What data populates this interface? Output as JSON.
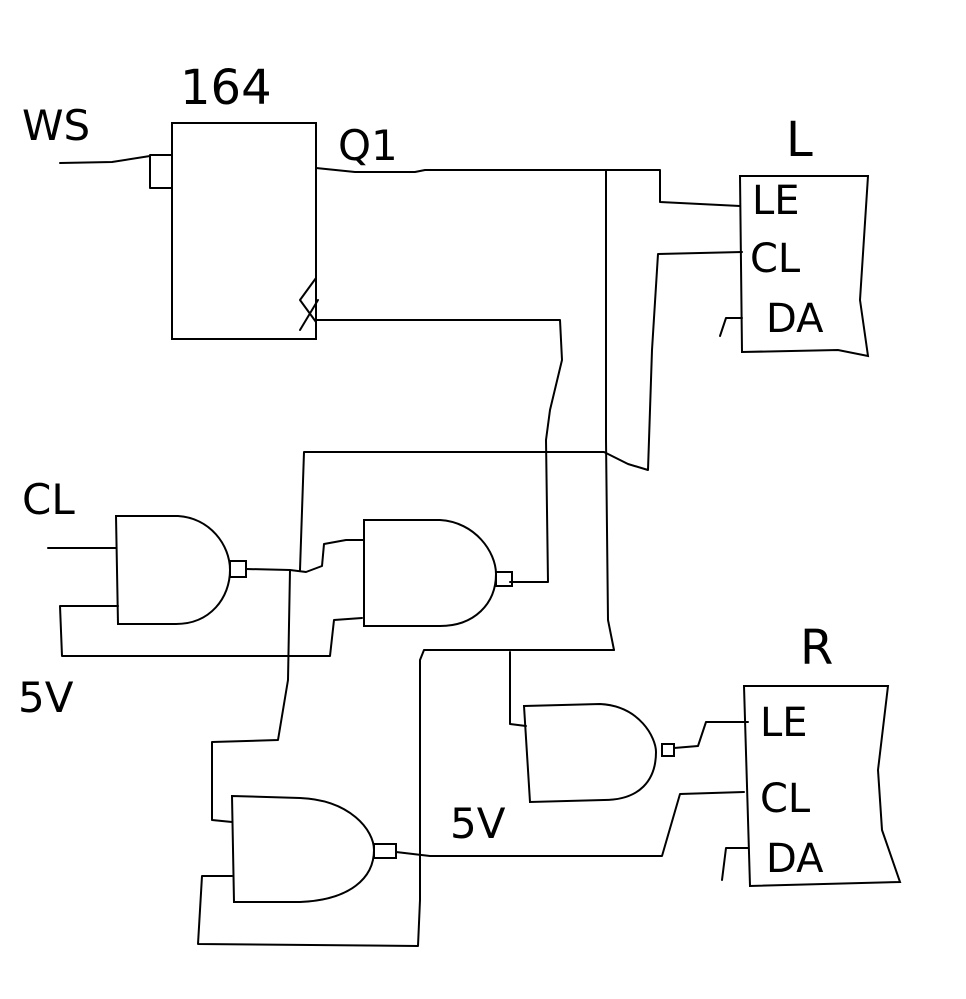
{
  "chip": {
    "name": "164",
    "input": "WS",
    "output": "Q1"
  },
  "left_latch": {
    "name": "L",
    "pins": [
      "LE",
      "CL",
      "DA"
    ]
  },
  "right_latch": {
    "name": "R",
    "pins": [
      "LE",
      "CL",
      "DA"
    ]
  },
  "gate_labels": {
    "clock": "CL",
    "supply_left": "5V",
    "supply_right": "5V"
  }
}
